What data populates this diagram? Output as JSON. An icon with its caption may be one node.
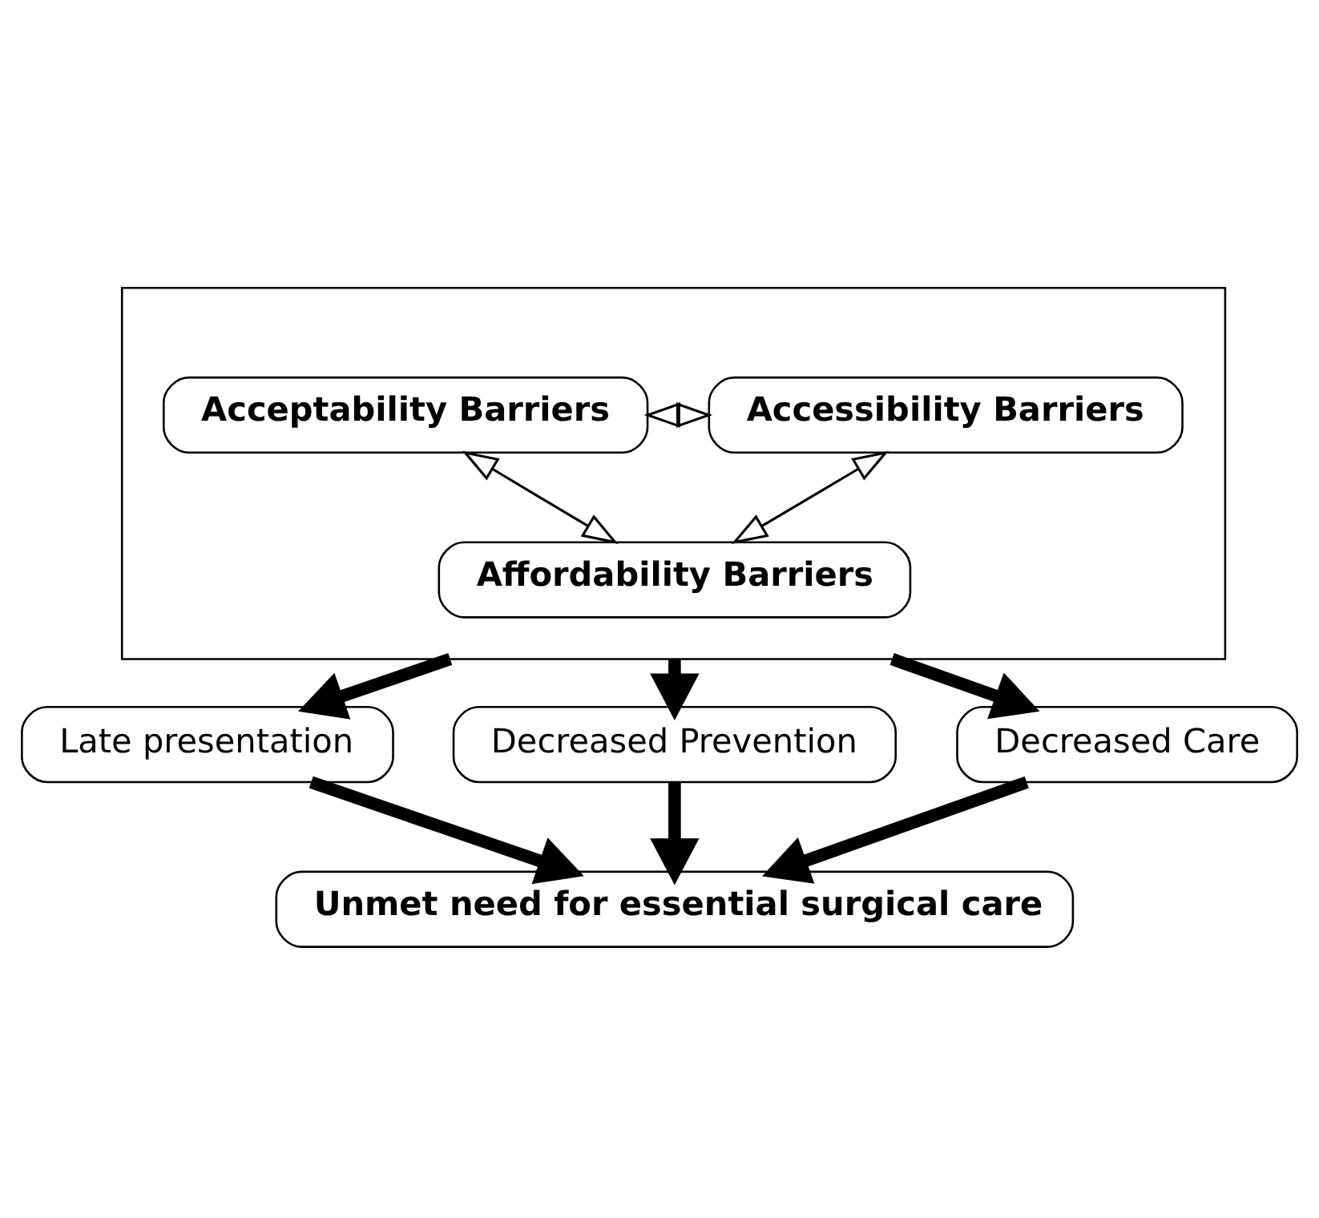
{
  "diagram": {
    "nodes": [
      {
        "text": [],
        "shape": "box"
      },
      {
        "text": [
          "Acceptability Barriers"
        ],
        "in": 0
      },
      {
        "text": [
          "Accessibility Barriers"
        ],
        "in": 0
      },
      {
        "text": [
          "Affordability Barriers"
        ],
        "in": 0
      },
      {
        "text": [
          "Late presentation"
        ]
      },
      {
        "text": [
          "Decreased Prevention"
        ]
      },
      {
        "text": [
          "Decreased Care"
        ]
      },
      {
        "text": [
          "Unmet need for essential surgical care"
        ]
      }
    ],
    "edges": [
      {
        "from": 1,
        "to": 2,
        "arrow": "both"
      },
      {
        "from": 1,
        "to": 3,
        "arrow": "both"
      },
      {
        "from": 2,
        "to": 3,
        "arrow": "both"
      },
      {
        "from": 0,
        "to": 4,
        "arrow": "to"
      },
      {
        "from": 0,
        "to": 5,
        "arrow": "to"
      },
      {
        "from": 0,
        "to": 6,
        "arrow": "to"
      },
      {
        "from": 4,
        "to": 7,
        "arrow": "to"
      },
      {
        "from": 5,
        "to": 7,
        "arrow": "to"
      },
      {
        "from": 6,
        "to": 7,
        "arrow": "to"
      }
    ]
  }
}
